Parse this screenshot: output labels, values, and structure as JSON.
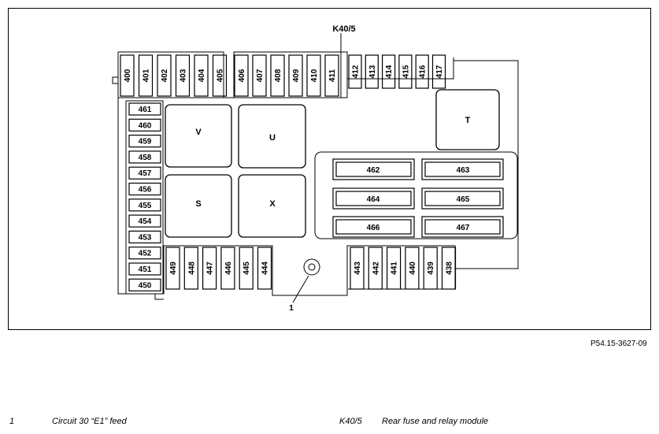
{
  "diagram": {
    "module_label": "K40/5",
    "callout_1": "1",
    "figure_ref": "P54.15-3627-09",
    "top_fuses_a": [
      "400",
      "401",
      "402",
      "403",
      "404",
      "405"
    ],
    "top_fuses_b": [
      "406",
      "407",
      "408",
      "409",
      "410",
      "411"
    ],
    "top_fuses_c": [
      "412",
      "413",
      "414",
      "415",
      "416",
      "417"
    ],
    "left_fuses": [
      "461",
      "460",
      "459",
      "458",
      "457",
      "456",
      "455",
      "454",
      "453",
      "452",
      "451",
      "450"
    ],
    "bottom_fuses_a": [
      "449",
      "448",
      "447",
      "446",
      "445",
      "444"
    ],
    "bottom_fuses_b": [
      "443",
      "442",
      "441",
      "440",
      "439",
      "438"
    ],
    "relays": [
      "V",
      "U",
      "S",
      "X",
      "T"
    ],
    "large_fuses": [
      "462",
      "463",
      "464",
      "465",
      "466",
      "467"
    ]
  },
  "legend": [
    {
      "key": "1",
      "text": "Circuit 30 “E1” feed"
    },
    {
      "key": "K40/5",
      "text": "Rear fuse and relay module"
    }
  ]
}
